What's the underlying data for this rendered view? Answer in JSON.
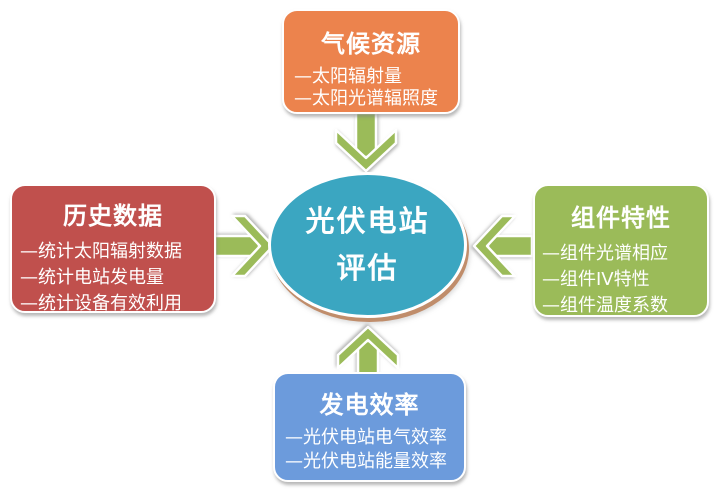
{
  "center": {
    "line1": "光伏电站",
    "line2": "评估",
    "bg": "#3ba6c1"
  },
  "top": {
    "title": "气候资源",
    "items": [
      "—太阳辐射量",
      "—太阳光谱辐照度"
    ],
    "bg": "#ec834d"
  },
  "left": {
    "title": "历史数据",
    "items": [
      "—统计太阳辐射数据",
      "—统计电站发电量",
      "—统计设备有效利用"
    ],
    "bg": "#c0504d"
  },
  "right": {
    "title": "组件特性",
    "items": [
      "—组件光谱相应",
      "—组件IV特性",
      "—组件温度系数"
    ],
    "bg": "#9bbb59"
  },
  "bottom": {
    "title": "发电效率",
    "items": [
      "—光伏电站电气效率",
      "—光伏电站能量效率"
    ],
    "bg": "#6c9bdc"
  },
  "arrows": {
    "color": "#9bbb59"
  }
}
